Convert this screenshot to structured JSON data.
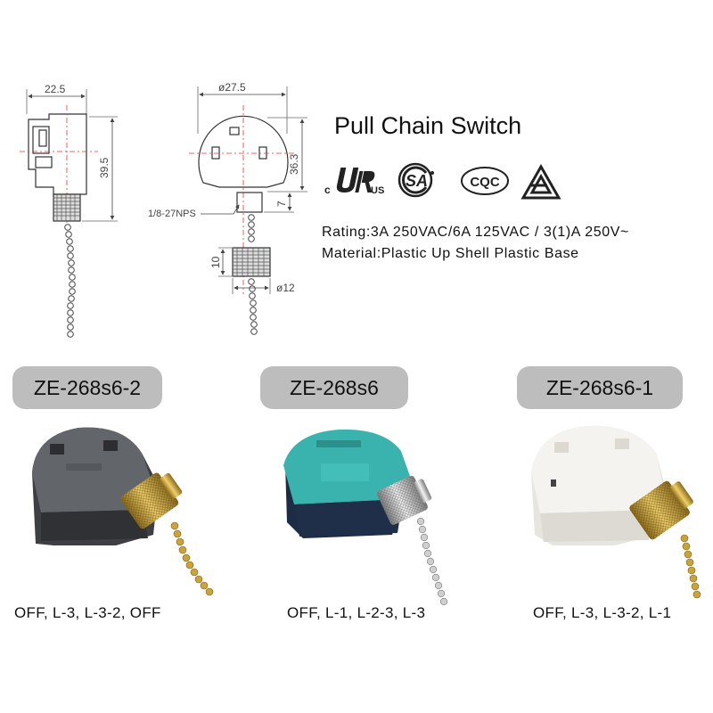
{
  "title": "Pull Chain Switch",
  "specs": {
    "rating": "Rating:3A 250VAC/6A 125VAC / 3(1)A 250V~",
    "material": "Material:Plastic Up Shell  Plastic Base"
  },
  "certifications": [
    {
      "name": "UR",
      "icon": "ur-recognized-icon",
      "text_left": "c",
      "text_right": "US"
    },
    {
      "name": "CSA",
      "icon": "csa-icon",
      "text": "SA"
    },
    {
      "name": "CQC",
      "icon": "cqc-icon",
      "text": "CQC"
    },
    {
      "name": "Triangle",
      "icon": "triangle-cert-icon"
    }
  ],
  "dimensions": {
    "side_width": "22.5",
    "side_height": "39.5",
    "front_diameter": "ø27.5",
    "front_height": "36.3",
    "thread_height": "7",
    "thread_spec": "1/8-27NPS",
    "knob_height": "10",
    "knob_diameter": "ø12"
  },
  "products": [
    {
      "model": "ZE-268s6-2",
      "sequence": "OFF, L-3, L-3-2, OFF",
      "color": "#5c5f63"
    },
    {
      "model": "ZE-268s6",
      "sequence": "OFF, L-1, L-2-3, L-3",
      "color": "#3ab2ad"
    },
    {
      "model": "ZE-268s6-1",
      "sequence": "OFF, L-3, L-3-2, L-1",
      "color": "#f1f0ec"
    }
  ]
}
